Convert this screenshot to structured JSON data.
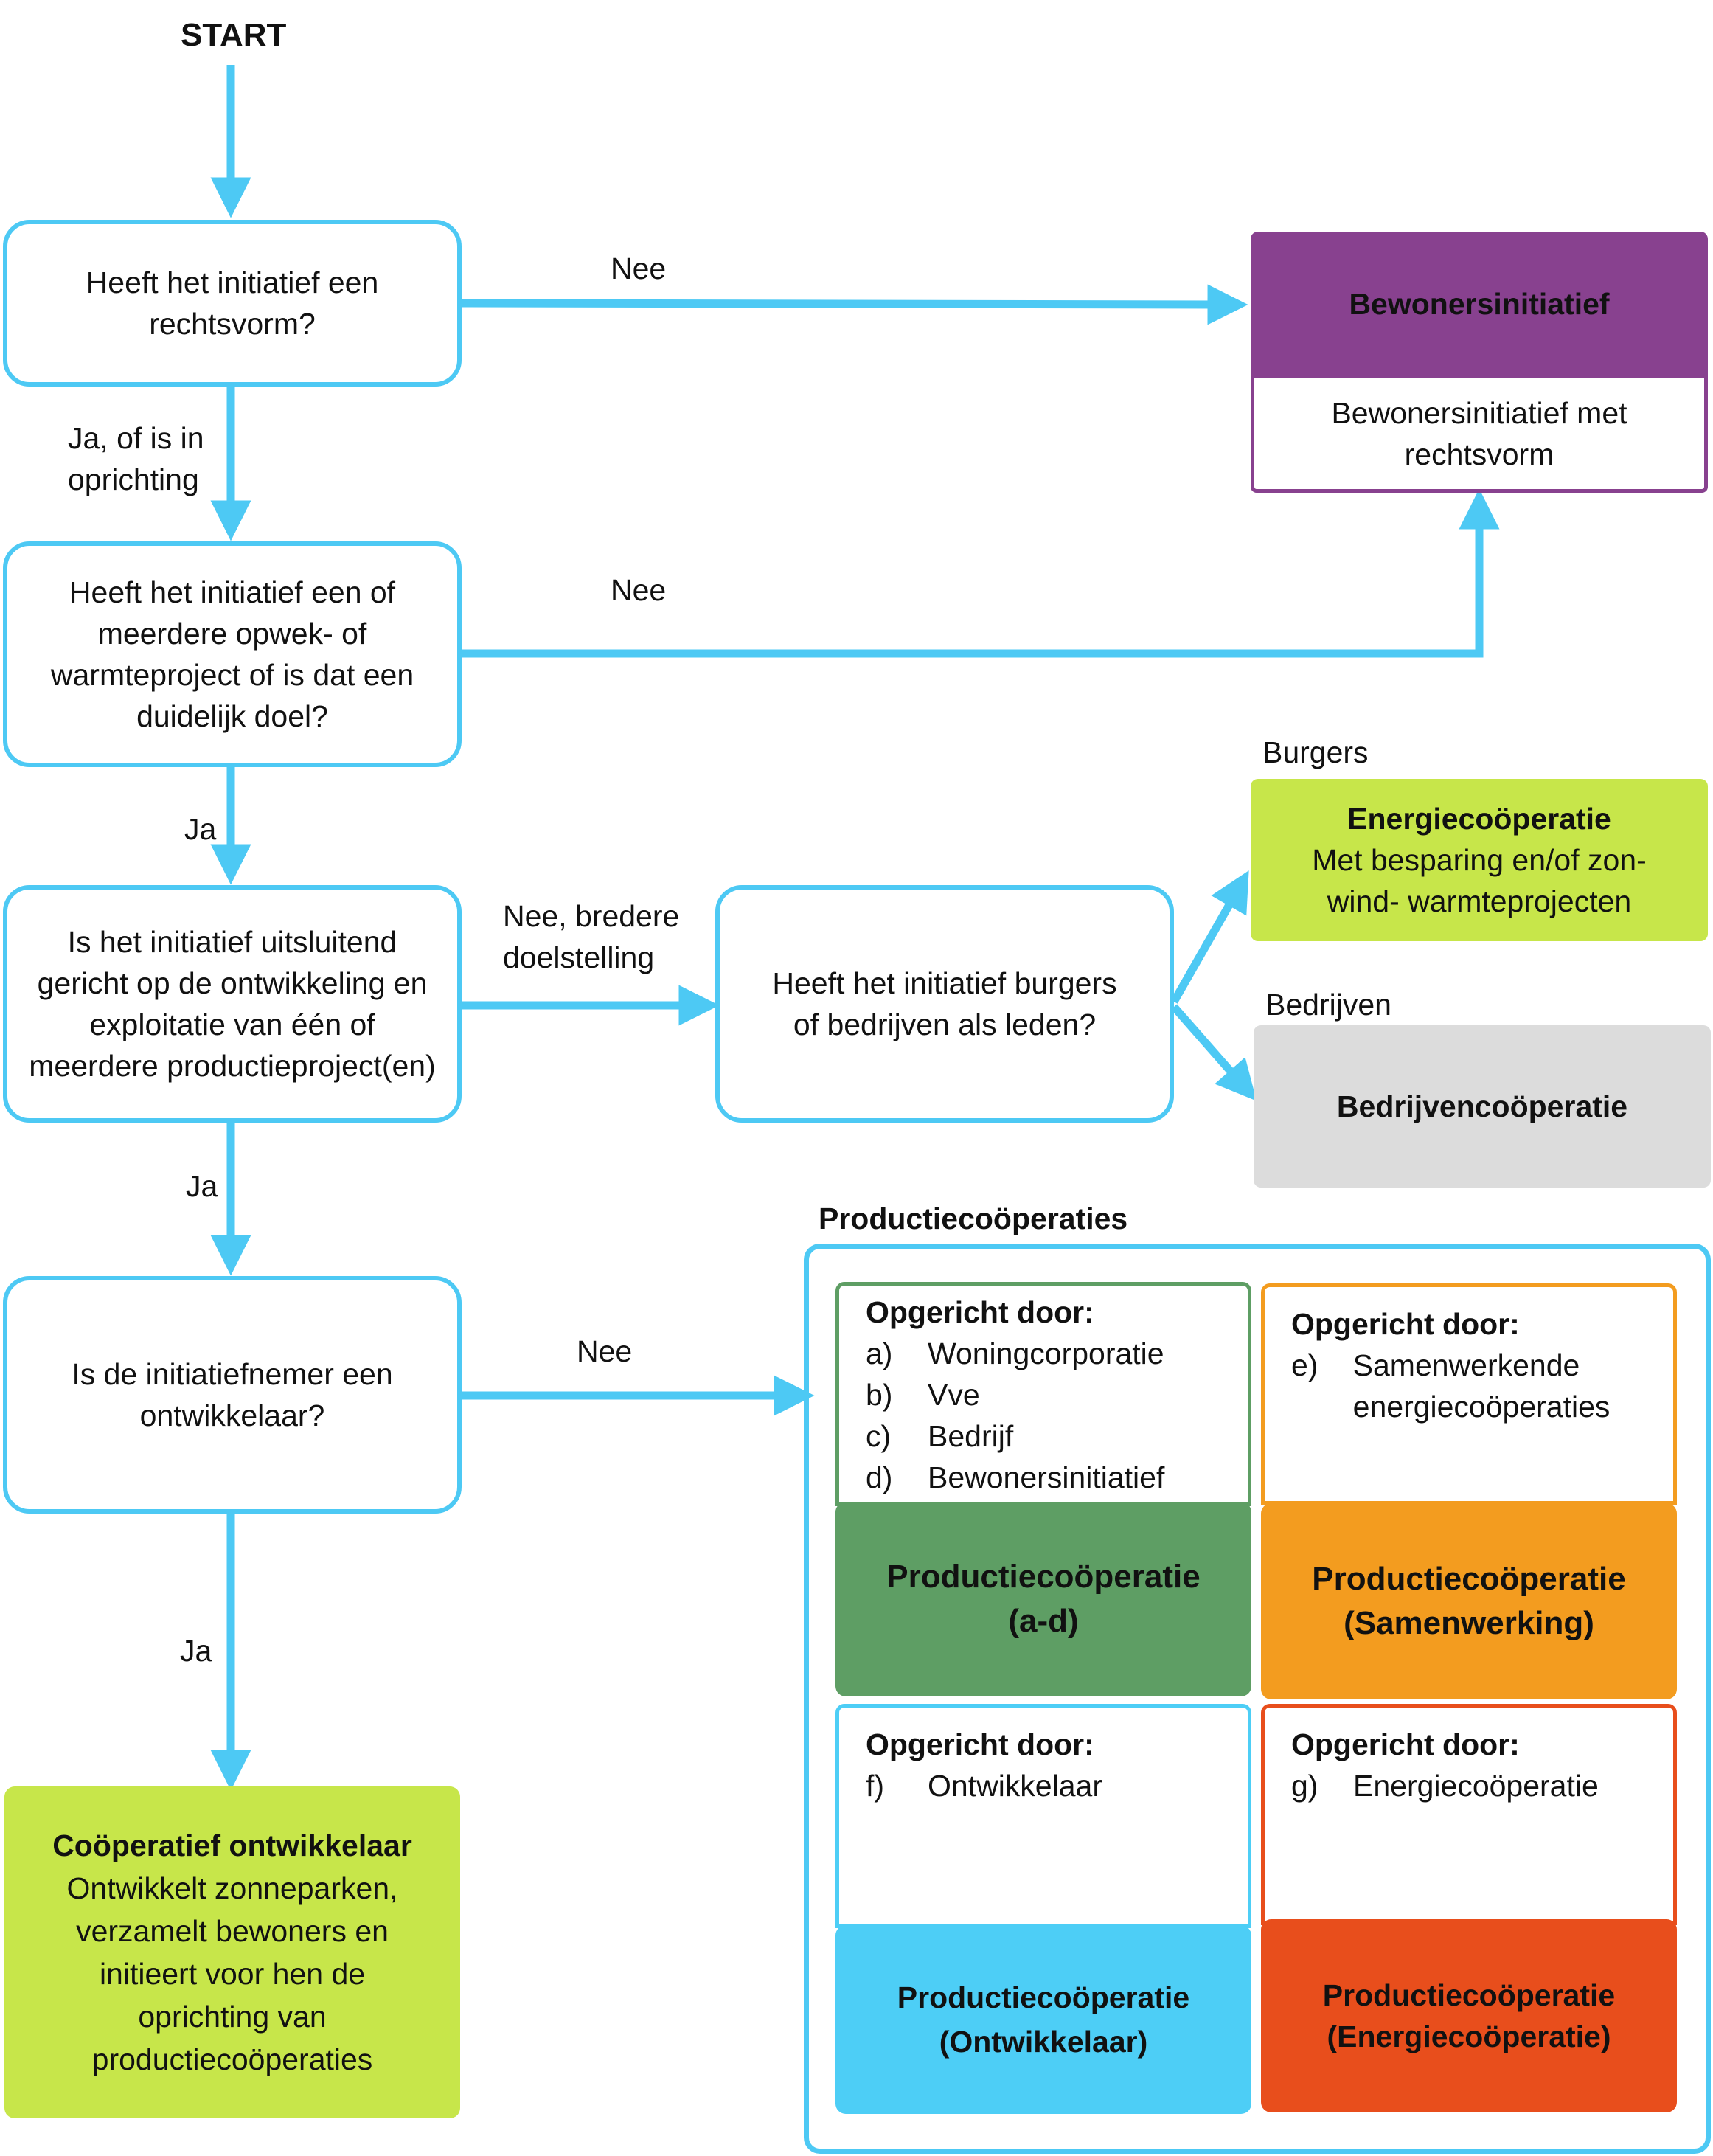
{
  "start": "START",
  "questions": {
    "q1": "Heeft het initiatief een rechtsvorm?",
    "q2": "Heeft het initiatief een of meerdere opwek- of warmteproject of is dat een duidelijk doel?",
    "q3": "Is het initiatief uitsluitend gericht op de ontwikkeling en exploitatie van één of meerdere productieproject(en)",
    "q4": "Heeft het initiatief burgers of bedrijven als leden?",
    "q5": "Is de initiatiefnemer een ontwikkelaar?"
  },
  "edges": {
    "q1_no": "Nee",
    "q1_yes_line1": "Ja, of is in",
    "q1_yes_line2": "oprichting",
    "q2_no": "Nee",
    "q2_yes": "Ja",
    "q3_no_line1": "Nee, bredere",
    "q3_no_line2": "doelstelling",
    "q3_yes": "Ja",
    "q4_burgers": "Burgers",
    "q4_bedrijven": "Bedrijven",
    "q5_no": "Nee",
    "q5_yes": "Ja"
  },
  "results": {
    "bewonersinitiatief": "Bewonersinitiatief",
    "bewonersinitiatief_rv": "Bewonersinitiatief met rechtsvorm",
    "energie_title": "Energiecoöperatie",
    "energie_desc": "Met besparing en/of zon- wind- warmteprojecten",
    "bedrijven": "Bedrijvencoöperatie",
    "ontwikkelaar_title": "Coöperatief ontwikkelaar",
    "ontwikkelaar_desc": "Ontwikkelt zonneparken, verzamelt bewoners en initieert voor hen de oprichting van productiecoöperaties"
  },
  "productie": {
    "title": "Productiecoöperaties",
    "opgericht": "Opgericht door:",
    "ad_items": [
      {
        "k": "a)",
        "v": "Woningcorporatie"
      },
      {
        "k": "b)",
        "v": "Vve"
      },
      {
        "k": "c)",
        "v": "Bedrijf"
      },
      {
        "k": "d)",
        "v": "Bewonersinitiatief"
      }
    ],
    "e_item": {
      "k": "e)",
      "v": "Samenwerkende energiecoöperaties"
    },
    "f_item": {
      "k": "f)",
      "v": "Ontwikkelaar"
    },
    "g_item": {
      "k": "g)",
      "v": "Energiecoöperatie"
    },
    "ad_l1": "Productiecoöperatie",
    "ad_l2": "(a-d)",
    "sam_l1": "Productiecoöperatie",
    "sam_l2": "(Samenwerking)",
    "ont_l1": "Productiecoöperatie",
    "ont_l2": "(Ontwikkelaar)",
    "en_l1": "Productiecoöperatie",
    "en_l2": "(Energiecoöperatie)"
  },
  "colors": {
    "arrow": "#4dc9f4",
    "purple": "#88418f",
    "lime": "#c7e64a",
    "grey": "#dcdcdc",
    "green": "#5e9e64",
    "orange": "#f39c1f",
    "cyan": "#4dcef6",
    "red": "#e84e1c"
  }
}
